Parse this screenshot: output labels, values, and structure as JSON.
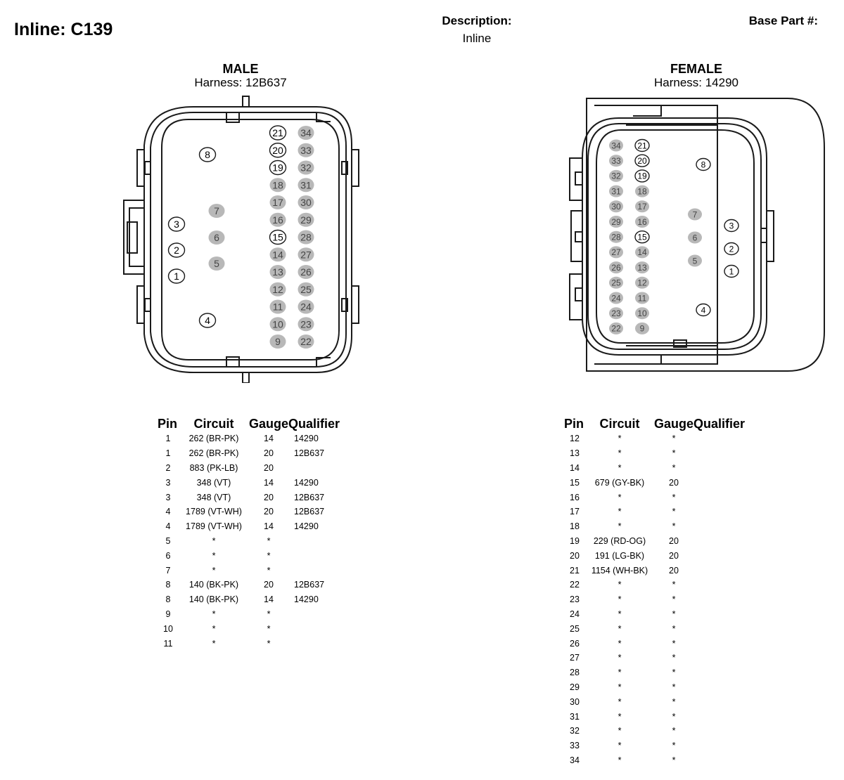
{
  "header": {
    "title": "Inline: C139",
    "description_label": "Description:",
    "description_value": "Inline",
    "base_part_label": "Base Part #:"
  },
  "male": {
    "name": "MALE",
    "harness": "Harness: 12B637",
    "pins": [
      {
        "n": "1",
        "fill": false
      },
      {
        "n": "2",
        "fill": false
      },
      {
        "n": "3",
        "fill": false
      },
      {
        "n": "4",
        "fill": false
      },
      {
        "n": "5",
        "fill": true
      },
      {
        "n": "6",
        "fill": true
      },
      {
        "n": "7",
        "fill": true
      },
      {
        "n": "8",
        "fill": false
      },
      {
        "n": "9",
        "fill": true
      },
      {
        "n": "10",
        "fill": true
      },
      {
        "n": "11",
        "fill": true
      },
      {
        "n": "12",
        "fill": true
      },
      {
        "n": "13",
        "fill": true
      },
      {
        "n": "14",
        "fill": true
      },
      {
        "n": "15",
        "fill": false
      },
      {
        "n": "16",
        "fill": true
      },
      {
        "n": "17",
        "fill": true
      },
      {
        "n": "18",
        "fill": true
      },
      {
        "n": "19",
        "fill": false
      },
      {
        "n": "20",
        "fill": false
      },
      {
        "n": "21",
        "fill": false
      },
      {
        "n": "22",
        "fill": true
      },
      {
        "n": "23",
        "fill": true
      },
      {
        "n": "24",
        "fill": true
      },
      {
        "n": "25",
        "fill": true
      },
      {
        "n": "26",
        "fill": true
      },
      {
        "n": "27",
        "fill": true
      },
      {
        "n": "28",
        "fill": true
      },
      {
        "n": "29",
        "fill": true
      },
      {
        "n": "30",
        "fill": true
      },
      {
        "n": "31",
        "fill": true
      },
      {
        "n": "32",
        "fill": true
      },
      {
        "n": "33",
        "fill": true
      },
      {
        "n": "34",
        "fill": true
      }
    ]
  },
  "female": {
    "name": "FEMALE",
    "harness": "Harness: 14290",
    "pins": [
      {
        "n": "1",
        "fill": false
      },
      {
        "n": "2",
        "fill": false
      },
      {
        "n": "3",
        "fill": false
      },
      {
        "n": "4",
        "fill": false
      },
      {
        "n": "5",
        "fill": true
      },
      {
        "n": "6",
        "fill": true
      },
      {
        "n": "7",
        "fill": true
      },
      {
        "n": "8",
        "fill": false
      },
      {
        "n": "9",
        "fill": true
      },
      {
        "n": "10",
        "fill": true
      },
      {
        "n": "11",
        "fill": true
      },
      {
        "n": "12",
        "fill": true
      },
      {
        "n": "13",
        "fill": true
      },
      {
        "n": "14",
        "fill": true
      },
      {
        "n": "15",
        "fill": false
      },
      {
        "n": "16",
        "fill": true
      },
      {
        "n": "17",
        "fill": true
      },
      {
        "n": "18",
        "fill": true
      },
      {
        "n": "19",
        "fill": false
      },
      {
        "n": "20",
        "fill": false
      },
      {
        "n": "21",
        "fill": false
      },
      {
        "n": "22",
        "fill": true
      },
      {
        "n": "23",
        "fill": true
      },
      {
        "n": "24",
        "fill": true
      },
      {
        "n": "25",
        "fill": true
      },
      {
        "n": "26",
        "fill": true
      },
      {
        "n": "27",
        "fill": true
      },
      {
        "n": "28",
        "fill": true
      },
      {
        "n": "29",
        "fill": true
      },
      {
        "n": "30",
        "fill": true
      },
      {
        "n": "31",
        "fill": true
      },
      {
        "n": "32",
        "fill": true
      },
      {
        "n": "33",
        "fill": true
      },
      {
        "n": "34",
        "fill": true
      }
    ]
  },
  "table_headers": {
    "pin": "Pin",
    "circuit": "Circuit",
    "gauge": "Gauge",
    "qualifier": "Qualifier"
  },
  "left_table": [
    {
      "pin": "1",
      "circuit": "262 (BR-PK)",
      "gauge": "14",
      "qualifier": "14290"
    },
    {
      "pin": "1",
      "circuit": "262 (BR-PK)",
      "gauge": "20",
      "qualifier": "12B637"
    },
    {
      "pin": "2",
      "circuit": "883 (PK-LB)",
      "gauge": "20",
      "qualifier": ""
    },
    {
      "pin": "3",
      "circuit": "348 (VT)",
      "gauge": "14",
      "qualifier": "14290"
    },
    {
      "pin": "3",
      "circuit": "348 (VT)",
      "gauge": "20",
      "qualifier": "12B637"
    },
    {
      "pin": "4",
      "circuit": "1789 (VT-WH)",
      "gauge": "20",
      "qualifier": "12B637"
    },
    {
      "pin": "4",
      "circuit": "1789 (VT-WH)",
      "gauge": "14",
      "qualifier": "14290"
    },
    {
      "pin": "5",
      "circuit": "*",
      "gauge": "*",
      "qualifier": ""
    },
    {
      "pin": "6",
      "circuit": "*",
      "gauge": "*",
      "qualifier": ""
    },
    {
      "pin": "7",
      "circuit": "*",
      "gauge": "*",
      "qualifier": ""
    },
    {
      "pin": "8",
      "circuit": "140 (BK-PK)",
      "gauge": "20",
      "qualifier": "12B637"
    },
    {
      "pin": "8",
      "circuit": "140 (BK-PK)",
      "gauge": "14",
      "qualifier": "14290"
    },
    {
      "pin": "9",
      "circuit": "*",
      "gauge": "*",
      "qualifier": ""
    },
    {
      "pin": "10",
      "circuit": "*",
      "gauge": "*",
      "qualifier": ""
    },
    {
      "pin": "11",
      "circuit": "*",
      "gauge": "*",
      "qualifier": ""
    }
  ],
  "right_table": [
    {
      "pin": "12",
      "circuit": "*",
      "gauge": "*",
      "qualifier": ""
    },
    {
      "pin": "13",
      "circuit": "*",
      "gauge": "*",
      "qualifier": ""
    },
    {
      "pin": "14",
      "circuit": "*",
      "gauge": "*",
      "qualifier": ""
    },
    {
      "pin": "15",
      "circuit": "679 (GY-BK)",
      "gauge": "20",
      "qualifier": ""
    },
    {
      "pin": "16",
      "circuit": "*",
      "gauge": "*",
      "qualifier": ""
    },
    {
      "pin": "17",
      "circuit": "*",
      "gauge": "*",
      "qualifier": ""
    },
    {
      "pin": "18",
      "circuit": "*",
      "gauge": "*",
      "qualifier": ""
    },
    {
      "pin": "19",
      "circuit": "229 (RD-OG)",
      "gauge": "20",
      "qualifier": ""
    },
    {
      "pin": "20",
      "circuit": "191 (LG-BK)",
      "gauge": "20",
      "qualifier": ""
    },
    {
      "pin": "21",
      "circuit": "1154 (WH-BK)",
      "gauge": "20",
      "qualifier": ""
    },
    {
      "pin": "22",
      "circuit": "*",
      "gauge": "*",
      "qualifier": ""
    },
    {
      "pin": "23",
      "circuit": "*",
      "gauge": "*",
      "qualifier": ""
    },
    {
      "pin": "24",
      "circuit": "*",
      "gauge": "*",
      "qualifier": ""
    },
    {
      "pin": "25",
      "circuit": "*",
      "gauge": "*",
      "qualifier": ""
    },
    {
      "pin": "26",
      "circuit": "*",
      "gauge": "*",
      "qualifier": ""
    },
    {
      "pin": "27",
      "circuit": "*",
      "gauge": "*",
      "qualifier": ""
    },
    {
      "pin": "28",
      "circuit": "*",
      "gauge": "*",
      "qualifier": ""
    },
    {
      "pin": "29",
      "circuit": "*",
      "gauge": "*",
      "qualifier": ""
    },
    {
      "pin": "30",
      "circuit": "*",
      "gauge": "*",
      "qualifier": ""
    },
    {
      "pin": "31",
      "circuit": "*",
      "gauge": "*",
      "qualifier": ""
    },
    {
      "pin": "32",
      "circuit": "*",
      "gauge": "*",
      "qualifier": ""
    },
    {
      "pin": "33",
      "circuit": "*",
      "gauge": "*",
      "qualifier": ""
    },
    {
      "pin": "34",
      "circuit": "*",
      "gauge": "*",
      "qualifier": ""
    }
  ],
  "colors": {
    "pin_fill": "#b8b8b8",
    "line": "#1a1a1a"
  }
}
